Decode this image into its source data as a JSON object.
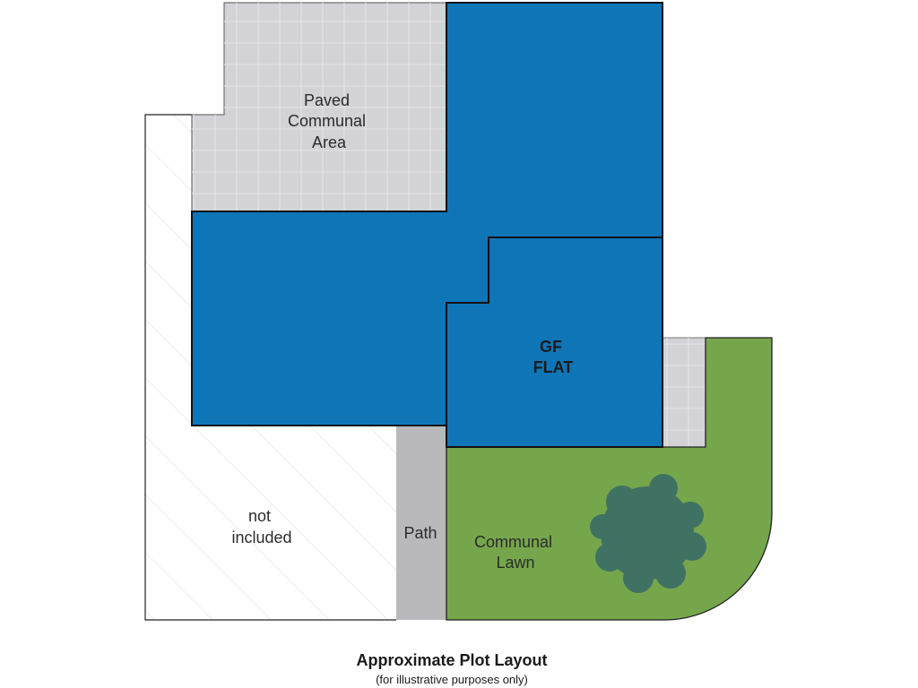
{
  "labels": {
    "paved_area": [
      "Paved",
      "Communal",
      "Area"
    ],
    "flat": [
      "GF",
      "FLAT"
    ],
    "not_included": [
      "not",
      "included"
    ],
    "path": "Path",
    "lawn": [
      "Communal",
      "Lawn"
    ]
  },
  "caption": {
    "title": "Approximate Plot Layout",
    "subtitle": "(for illustrative purposes only)"
  },
  "colors": {
    "flat": "#0e75b7",
    "paved": "#d3d2d6",
    "path": "#b9b8bb",
    "lawn": "#76a64c",
    "tree": "#3f7262",
    "not_included": "#ffffff",
    "outline": "#111111"
  }
}
